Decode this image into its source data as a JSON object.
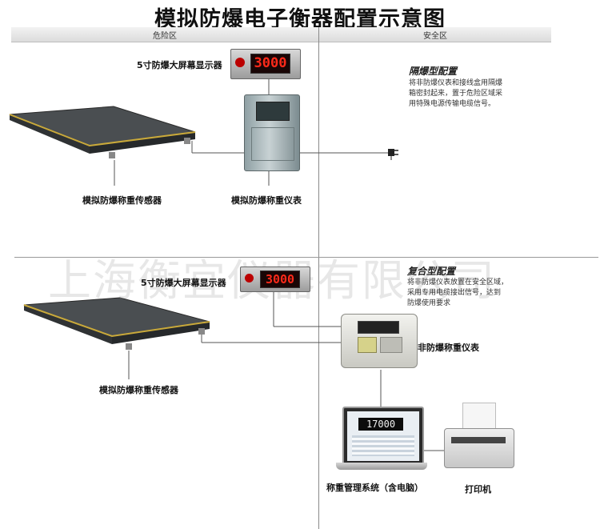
{
  "title": "模拟防爆电子衡器配置示意图",
  "zones": {
    "hazard": "危险区",
    "safe": "安全区"
  },
  "top": {
    "display_label": "5寸防爆大屏幕显示器",
    "display_value": "3000",
    "sensor_label": "模拟防爆称重传感器",
    "indicator_label": "模拟防爆称重仪表",
    "note_title": "隔爆型配置",
    "note_lines": [
      "将非防爆仪表和接线盒用隔爆",
      "箱密封起来，置于危险区域采",
      "用特殊电源传输电缆信号。"
    ]
  },
  "bottom": {
    "display_label": "5寸防爆大屏幕显示器",
    "display_value": "3000",
    "sensor_label": "模拟防爆称重传感器",
    "indicator_label": "非防爆称重仪表",
    "note_title": "复合型配置",
    "note_lines": [
      "将非防爆仪表放置在安全区域，",
      "采用专用电缆接出信号，达到",
      "防爆使用要求"
    ],
    "laptop_label": "称重管理系统（含电脑）",
    "laptop_screen_value": "17000",
    "printer_label": "打印机"
  },
  "watermark": "上海衡宜仪器有限公司",
  "colors": {
    "display_digits": "#ff2a1a",
    "platform": "#3a3d3f",
    "edge": "#c9a93a"
  }
}
